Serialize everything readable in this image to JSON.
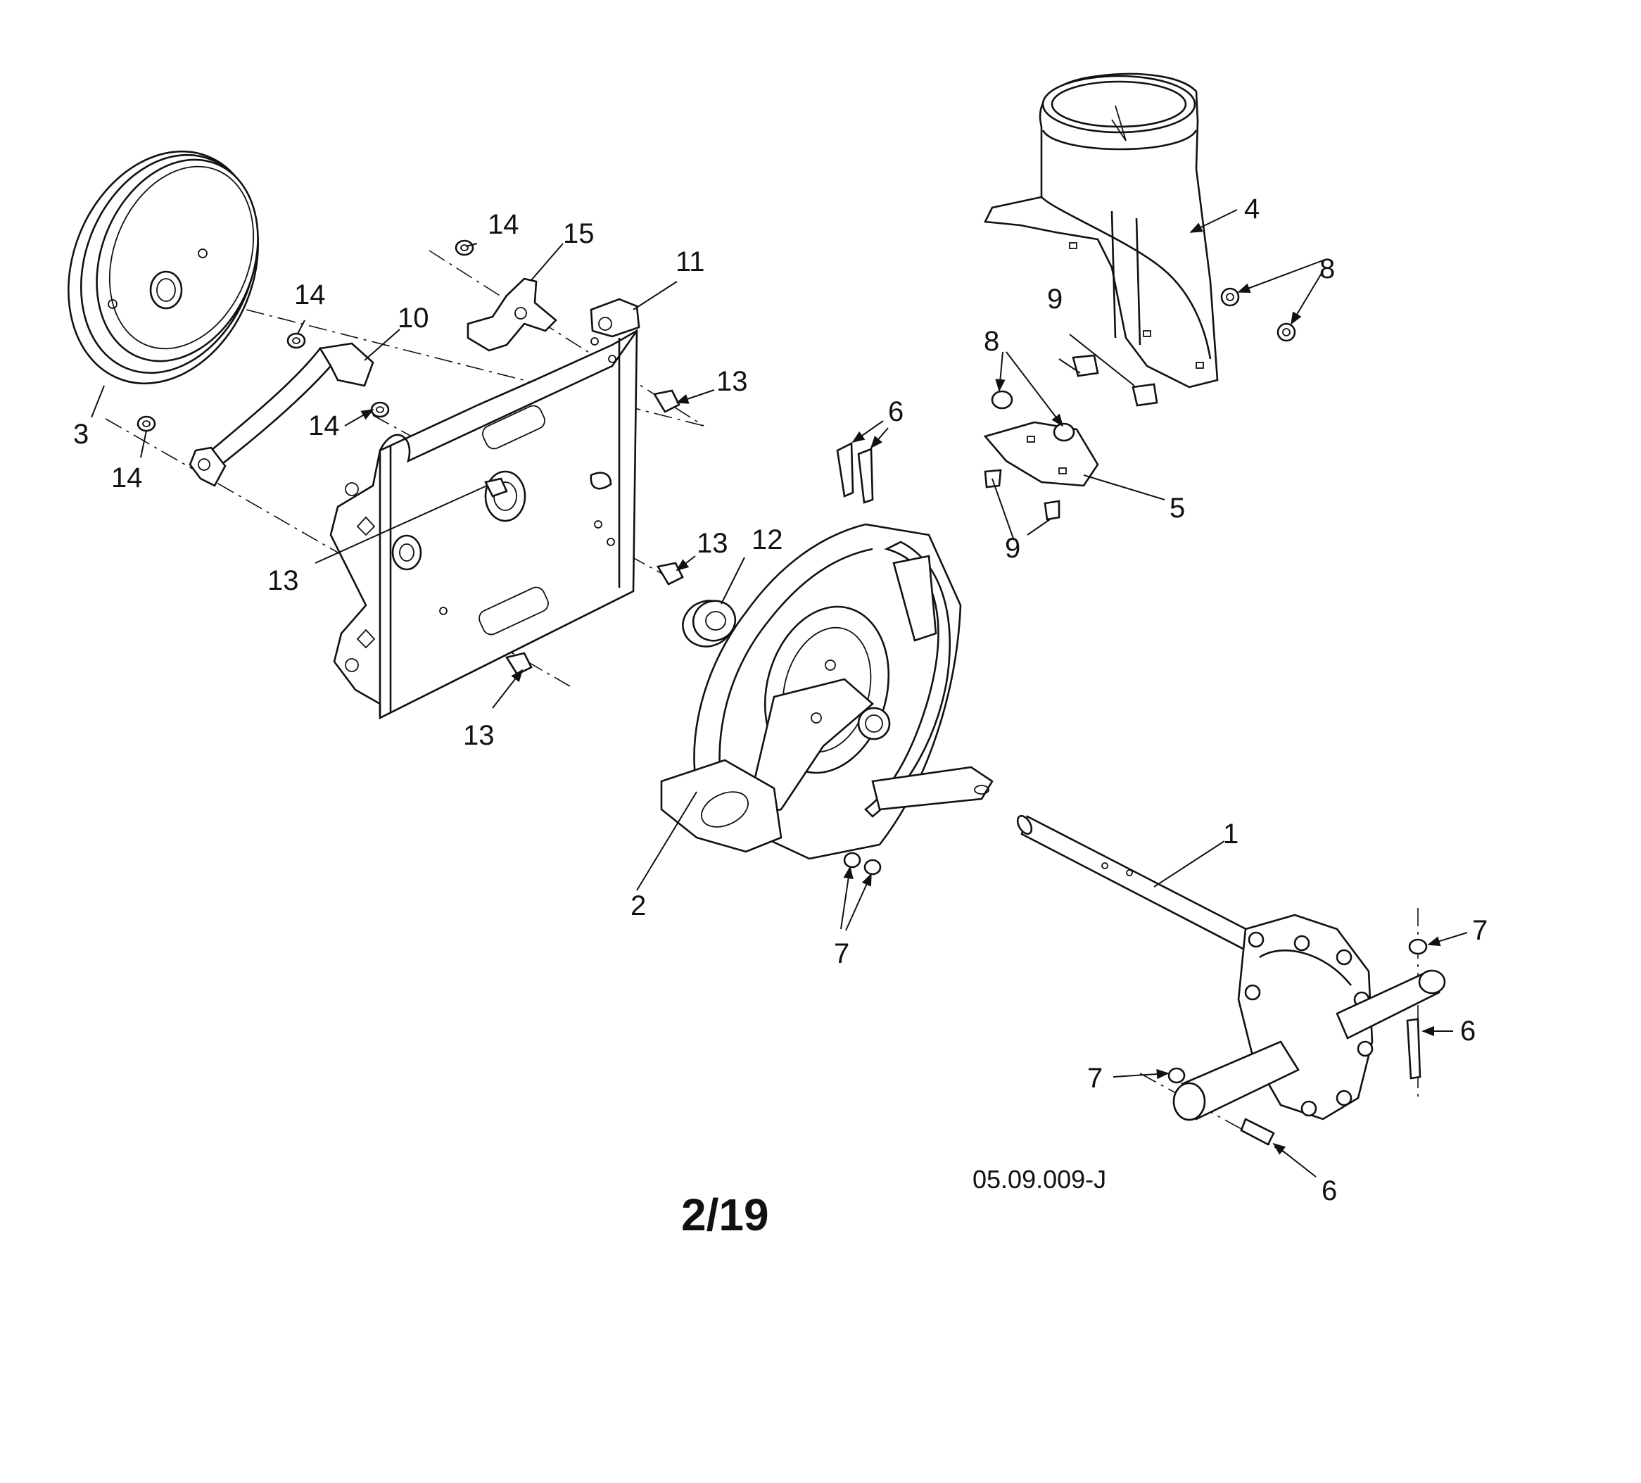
{
  "diagram": {
    "callouts": {
      "c1": "1",
      "c2": "2",
      "c3": "3",
      "c4": "4",
      "c5": "5",
      "c6a": "6",
      "c6b": "6",
      "c6c": "6",
      "c7a": "7",
      "c7b": "7",
      "c7c": "7",
      "c8a": "8",
      "c8b": "8",
      "c9a": "9",
      "c9b": "9",
      "c10": "10",
      "c11": "11",
      "c12": "12",
      "c13a": "13",
      "c13b": "13",
      "c13c": "13",
      "c13d": "13",
      "c14a": "14",
      "c14b": "14",
      "c14c": "14",
      "c14d": "14",
      "c15": "15"
    },
    "drawing_code": "05.09.009-J",
    "page_number": "2/19"
  }
}
